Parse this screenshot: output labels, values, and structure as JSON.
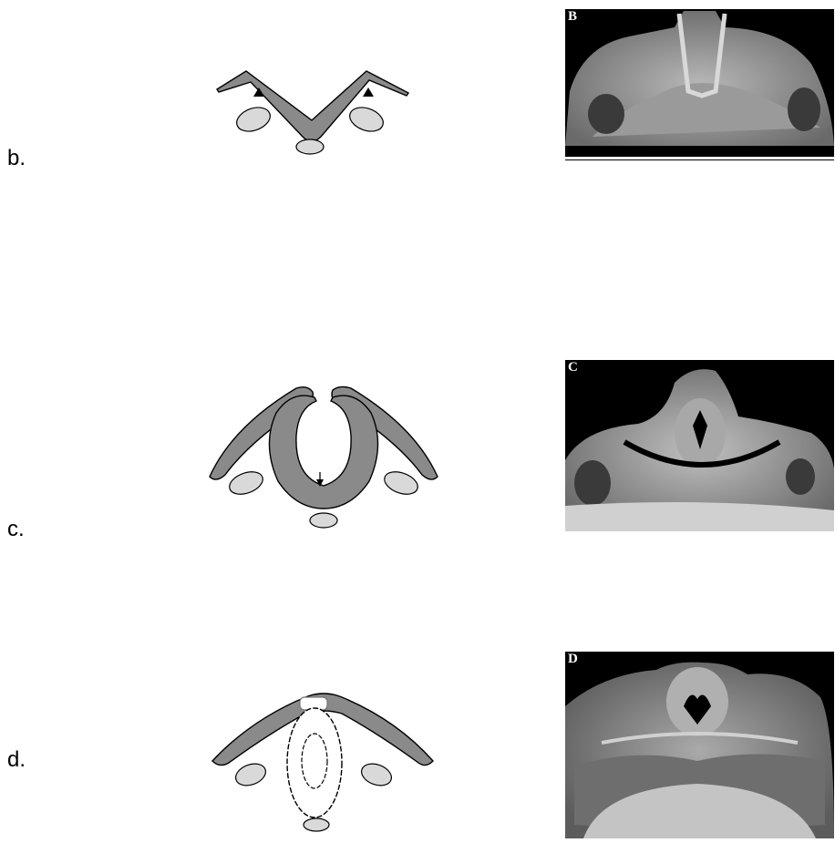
{
  "rows": [
    {
      "label": "b.",
      "photo_letter": "B"
    },
    {
      "label": "c.",
      "photo_letter": "C"
    },
    {
      "label": "d.",
      "photo_letter": "D"
    }
  ],
  "colors": {
    "neural_tissue": "#8a8a8a",
    "somite": "#d9d9d9",
    "outline": "#000000",
    "photo_bg": "#000000"
  }
}
